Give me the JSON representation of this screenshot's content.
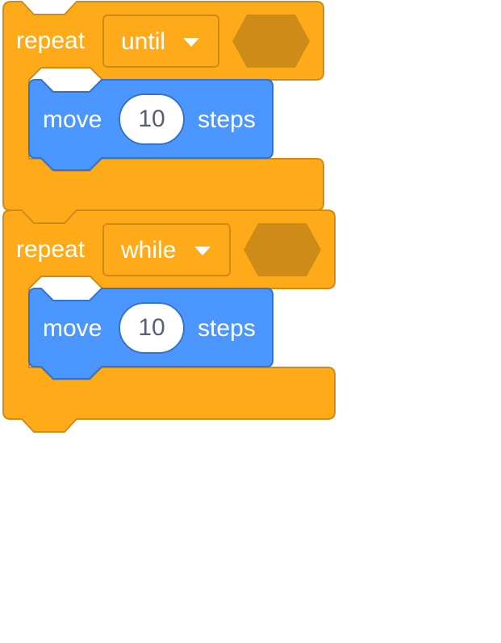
{
  "workspace": {
    "colors": {
      "control_fill": "#ffab19",
      "control_stroke": "#cf8b17",
      "control_slot": "#cf8b17",
      "motion_fill": "#4c97ff",
      "motion_stroke": "#3373cc",
      "label_text": "#ffffff",
      "input_text": "#575e75"
    },
    "blocks": [
      {
        "opcode_icon": "repeat-loop",
        "keyword": "repeat",
        "mode": "until",
        "condition": "empty-boolean-slot",
        "inner": {
          "verb": "move",
          "value": "10",
          "unit": "steps"
        }
      },
      {
        "opcode_icon": "repeat-loop",
        "keyword": "repeat",
        "mode": "while",
        "condition": "empty-boolean-slot",
        "inner": {
          "verb": "move",
          "value": "10",
          "unit": "steps"
        }
      }
    ]
  }
}
